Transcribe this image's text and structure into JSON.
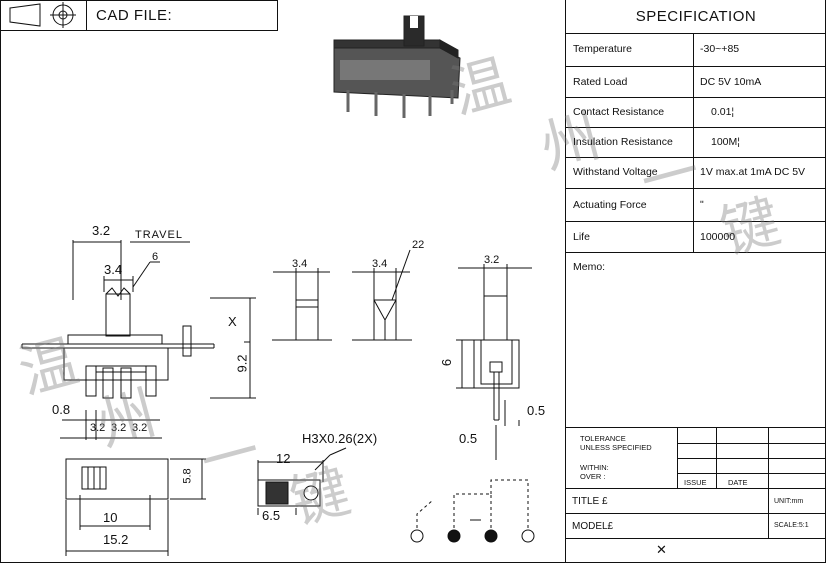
{
  "header": {
    "cad_file_label": "CAD FILE:"
  },
  "specification": {
    "title": "SPECIFICATION",
    "rows": [
      {
        "key": "Temperature",
        "value": "-30~+85"
      },
      {
        "key": "Rated Load",
        "value": "DC 5V 10mA"
      },
      {
        "key": "Contact Resistance",
        "value": "0.01¦"
      },
      {
        "key": "Insulation Resistance",
        "value": "100M¦"
      },
      {
        "key": "Withstand Voltage",
        "value": "1V max.at 1mA DC 5V"
      },
      {
        "key": "Actuating Force",
        "value": "ʺ"
      },
      {
        "key": "Life",
        "value": "100000"
      }
    ],
    "memo_label": "Memo:"
  },
  "title_block": {
    "tolerance_label": "TOLERANCE",
    "unless_label": "UNLESS SPECIFIED",
    "within_label": "WITHIN:",
    "over_label": "OVER   :",
    "issue_label": "ISSUE",
    "date_label": "DATE",
    "title_label": "TITLE  £",
    "unit_label": "UNIT:mm",
    "model_label": "MODEL£",
    "scale_label": "SCALE:5:1",
    "close_mark": "✕"
  },
  "dimensions": {
    "travel_label": "TRAVEL",
    "d_3_2_top": "3.2",
    "d_3_4": "3.4",
    "d_6_small": "6",
    "d_x": "X",
    "d_9_2": "9.2",
    "d_0_8": "0.8",
    "d_pitch_1": "3.2",
    "d_pitch_2": "3.2",
    "d_pitch_3": "3.2",
    "d_actuator_a": "3.4",
    "d_actuator_b": "3.4",
    "d_angle_22": "22",
    "d_side_3_2": "3.2",
    "d_side_6": "6",
    "d_side_0_5_a": "0.5",
    "d_side_0_5_b": "0.5",
    "d_10": "10",
    "d_15_2": "15.2",
    "d_5_8": "5.8",
    "hole_label": "H3X0.26(2X)",
    "d_12": "12",
    "d_6_5": "6.5"
  },
  "watermark": {
    "chars": [
      "温",
      "州",
      "一",
      "键"
    ]
  }
}
